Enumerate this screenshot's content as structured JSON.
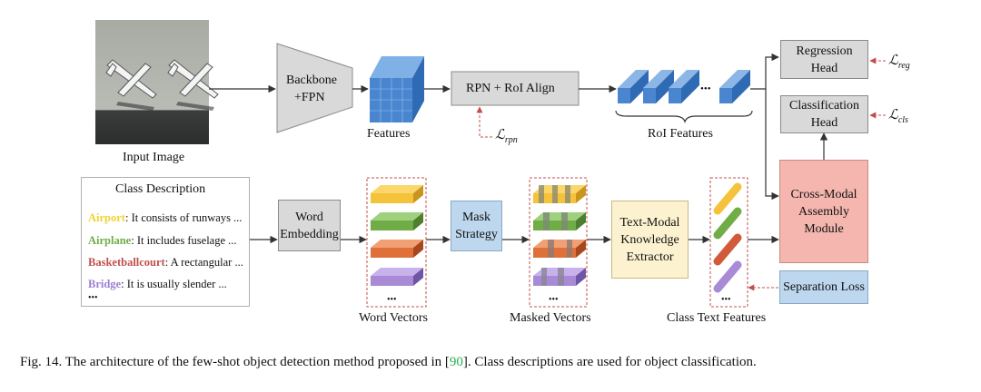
{
  "diagram": {
    "input_image_label": "Input Image",
    "backbone_label_line1": "Backbone",
    "backbone_label_line2": "+FPN",
    "features_label": "Features",
    "rpn_label": "RPN + RoI Align",
    "loss_rpn": "ℒrpn",
    "roi_features_label": "RoI Features",
    "ellipsis": "•••",
    "regression_head_line1": "Regression",
    "regression_head_line2": "Head",
    "classification_head_line1": "Classification",
    "classification_head_line2": "Head",
    "loss_reg": "ℒreg",
    "loss_cls": "ℒcls",
    "class_description": {
      "title": "Class Description",
      "items": [
        {
          "keyword": "Airport",
          "text": ": It consists of runways ...",
          "color": "#f2d230"
        },
        {
          "keyword": "Airplane",
          "text": ": It includes fuselage ...",
          "color": "#70ad47"
        },
        {
          "keyword": "Basketballcourt",
          "text": ": A rectangular ...",
          "color": "#c0504d"
        },
        {
          "keyword": "Bridge",
          "text": ": It is usually slender ...",
          "color": "#9b7fd4"
        }
      ],
      "more": "•••"
    },
    "word_embedding_line1": "Word",
    "word_embedding_line2": "Embedding",
    "word_vectors_label": "Word Vectors",
    "mask_strategy_line1": "Mask",
    "mask_strategy_line2": "Strategy",
    "masked_vectors_label": "Masked Vectors",
    "text_modal_line1": "Text-Modal",
    "text_modal_line2": "Knowledge",
    "text_modal_line3": "Extractor",
    "class_text_features_label": "Class Text Features",
    "cross_modal_line1": "Cross-Modal",
    "cross_modal_line2": "Assembly",
    "cross_modal_line3": "Module",
    "separation_loss_label": "Separation Loss",
    "colors": {
      "yellow": "#f5c33b",
      "green": "#70ad47",
      "orange": "#e0703a",
      "purple": "#a98ad6",
      "cube_blue": "#4a86d0",
      "ref_green": "#22b14c"
    }
  },
  "caption": {
    "prefix": "Fig. 14.   The architecture of the few-shot object detection method proposed in [",
    "ref": "90",
    "suffix": "]. Class descriptions are used for object classification."
  }
}
